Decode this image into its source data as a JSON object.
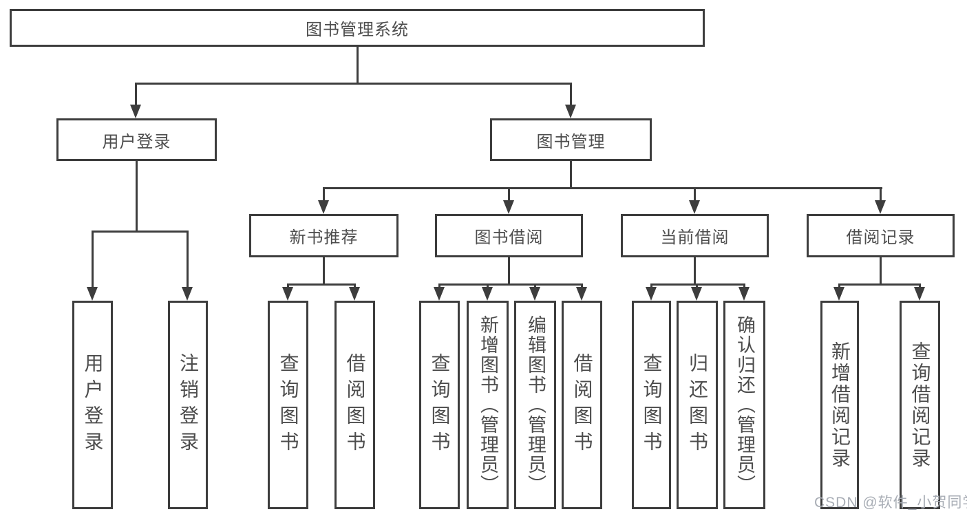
{
  "diagram": {
    "nodes": {
      "root": "图书管理系统",
      "user_login_group": "用户登录",
      "book_management": "图书管理",
      "new_book_recommend": "新书推荐",
      "book_borrowing": "图书借阅",
      "current_borrowing": "当前借阅",
      "borrowing_records": "借阅记录",
      "user_login": "用户登录",
      "logout": "注销登录",
      "nbr_query_books": "查询图书",
      "nbr_borrow_books": "借阅图书",
      "bb_query_books": "查询图书",
      "bb_add_books_admin": "新增图书（管理员）",
      "bb_edit_books_admin": "编辑图书（管理员）",
      "bb_borrow_books": "借阅图书",
      "cb_query_books": "查询图书",
      "cb_return_books": "归还图书",
      "cb_confirm_return_admin": "确认归还（管理员）",
      "br_add_record": "新增借阅记录",
      "br_query_record": "查询借阅记录"
    },
    "hierarchy": {
      "图书管理系统": [
        "用户登录",
        "图书管理"
      ],
      "用户登录": [
        "用户登录",
        "注销登录"
      ],
      "图书管理": [
        "新书推荐",
        "图书借阅",
        "当前借阅",
        "借阅记录"
      ],
      "新书推荐": [
        "查询图书",
        "借阅图书"
      ],
      "图书借阅": [
        "查询图书",
        "新增图书（管理员）",
        "编辑图书（管理员）",
        "借阅图书"
      ],
      "当前借阅": [
        "查询图书",
        "归还图书",
        "确认归还（管理员）"
      ],
      "借阅记录": [
        "新增借阅记录",
        "查询借阅记录"
      ]
    },
    "colors": {
      "line": "#3d3d3d",
      "text": "#4d4d4d",
      "background": "#ffffff",
      "watermark_text_color": "#a8adb5"
    }
  },
  "watermark": "CSDN @软件_小贺同学"
}
